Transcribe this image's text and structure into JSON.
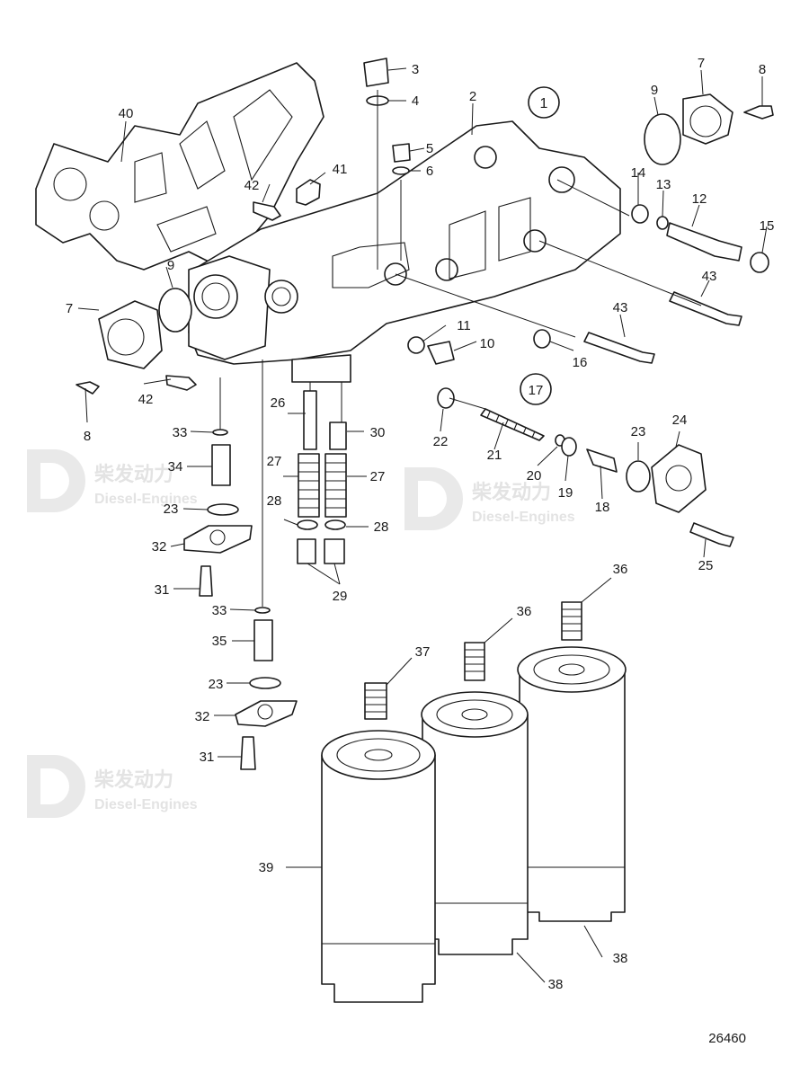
{
  "watermark": {
    "brand": "柴发动力",
    "subtitle": "Diesel-Engines"
  },
  "drawing_number": "26460",
  "callouts_circled": [
    "1",
    "17"
  ],
  "callouts": [
    "2",
    "3",
    "4",
    "5",
    "6",
    "7",
    "7",
    "8",
    "8",
    "9",
    "9",
    "10",
    "11",
    "12",
    "13",
    "14",
    "15",
    "16",
    "18",
    "19",
    "20",
    "21",
    "22",
    "23",
    "23",
    "23",
    "24",
    "25",
    "26",
    "27",
    "27",
    "28",
    "28",
    "29",
    "30",
    "31",
    "31",
    "32",
    "32",
    "33",
    "33",
    "34",
    "35",
    "36",
    "36",
    "37",
    "38",
    "38",
    "39",
    "40",
    "41",
    "42",
    "42",
    "43",
    "43"
  ]
}
